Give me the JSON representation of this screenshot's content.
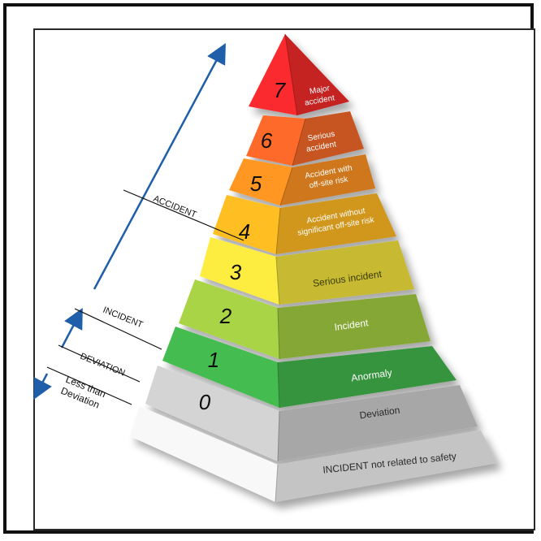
{
  "levels": [
    {
      "number": "7",
      "label_lines": [
        "Major",
        "accident"
      ],
      "color": "#e8262a"
    },
    {
      "number": "6",
      "label_lines": [
        "Serious",
        "accident"
      ],
      "color": "#ea6326"
    },
    {
      "number": "5",
      "label_lines": [
        "Accident with",
        "off-site risk"
      ],
      "color": "#f28c1e"
    },
    {
      "number": "4",
      "label_lines": [
        "Accident without",
        "significant off-site risk"
      ],
      "color": "#f6b01f"
    },
    {
      "number": "3",
      "label_lines": [
        "Serious incident"
      ],
      "color": "#eadb3a"
    },
    {
      "number": "2",
      "label_lines": [
        "Incident"
      ],
      "color": "#9cc43f"
    },
    {
      "number": "1",
      "label_lines": [
        "Anormaly"
      ],
      "color": "#3fae49"
    },
    {
      "number": "0",
      "label_lines": [
        "Deviation"
      ],
      "color": "#c4c4c4"
    },
    {
      "number": "",
      "label_lines": [
        "INCIDENT not related to safety"
      ],
      "color": "#e6e6e6"
    }
  ],
  "side_labels": {
    "accident": "ACCIDENT",
    "incident": "INCIDENT",
    "deviation": "DEVIATION",
    "less_than": [
      "Less than",
      "Deviation"
    ]
  },
  "colors": {
    "arrow": "#1f5ea8",
    "frame": "#111111"
  }
}
